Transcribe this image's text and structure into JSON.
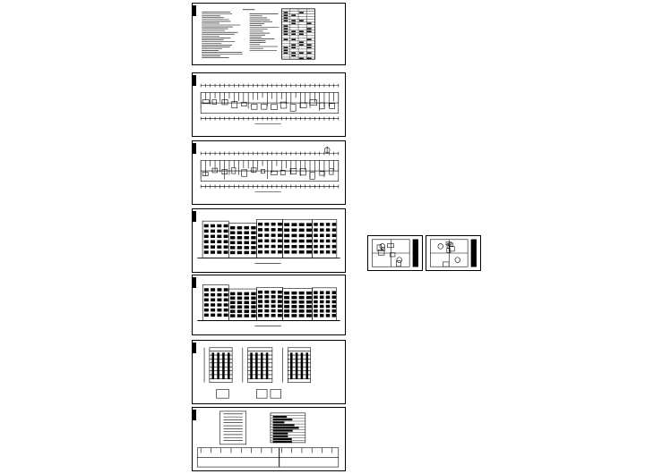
{
  "canvas": {
    "background": "#ffffff",
    "line_color": "#000000"
  },
  "sheets": [
    {
      "name": "general-notes-sheet"
    },
    {
      "name": "ground-floor-plan-sheet"
    },
    {
      "name": "typical-floor-plan-sheet"
    },
    {
      "name": "front-elevation-sheet"
    },
    {
      "name": "rear-elevation-sheet"
    },
    {
      "name": "side-elevations-sections-sheet"
    },
    {
      "name": "stair-details-sheet"
    },
    {
      "name": "unit-plan-a-sheet"
    },
    {
      "name": "unit-plan-b-sheet"
    }
  ]
}
